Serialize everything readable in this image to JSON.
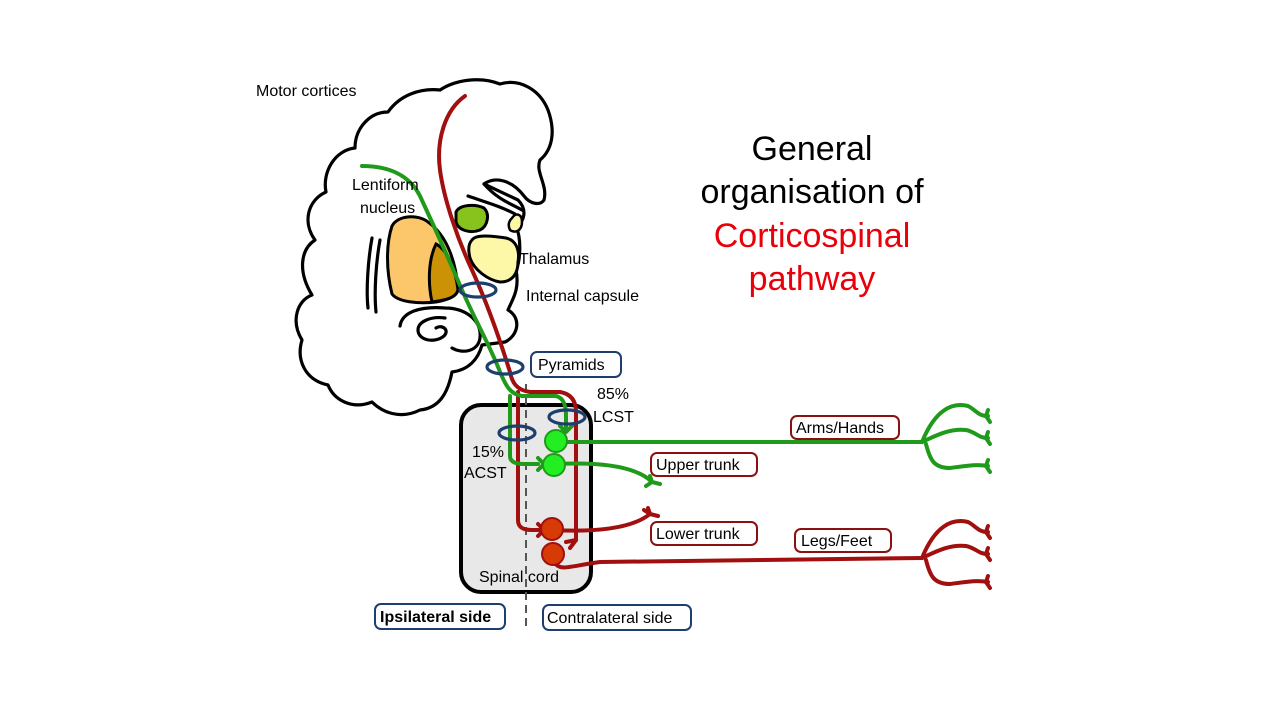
{
  "title": {
    "line1": "General",
    "line2": "organisation of",
    "line3": "Corticospinal",
    "line4": "pathway"
  },
  "colors": {
    "title_black": "#000000",
    "title_red": "#e8000b",
    "green_tract": "#1f9a1a",
    "red_tract": "#a10f0f",
    "green_neuron": "#22ee22",
    "red_neuron": "#d63a05",
    "ring_blue": "#1d3f6e",
    "lentiform_outer": "#fcc66a",
    "lentiform_inner": "#cc9206",
    "thalamus": "#fdf7a8",
    "green_nucleus": "#88c21c",
    "spinal_cord_fill": "#e8e8e8"
  },
  "labels": {
    "motor_cortices": "Motor cortices",
    "lentiform_line1": "Lentiform",
    "lentiform_line2": "nucleus",
    "thalamus": "Thalamus",
    "internal_capsule": "Internal capsule",
    "pyramids": "Pyramids",
    "lcst_pct": "85%",
    "lcst": "LCST",
    "acst_pct": "15%",
    "acst": "ACST",
    "spinal_cord": "Spinal cord",
    "ipsilateral": "Ipsilateral side",
    "contralateral": "Contralateral side",
    "arms_hands": "Arms/Hands",
    "upper_trunk": "Upper trunk",
    "lower_trunk": "Lower trunk",
    "legs_feet": "Legs/Feet"
  },
  "tracts": {
    "lateral_corticospinal_fraction": 0.85,
    "anterior_corticospinal_fraction": 0.15
  }
}
